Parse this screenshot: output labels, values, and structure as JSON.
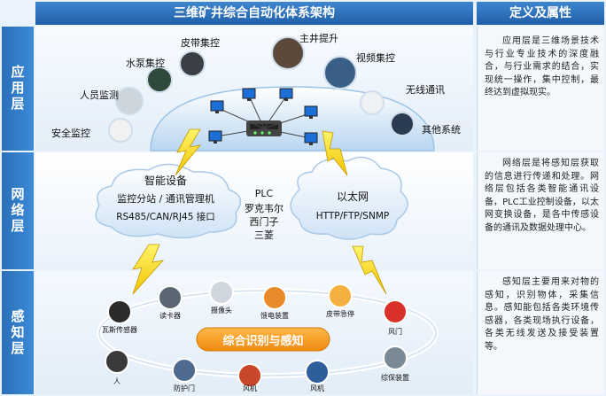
{
  "header": {
    "title": "三维矿井综合自动化体系架构",
    "side_title": "定义及属性"
  },
  "layers": [
    {
      "label": "应用层",
      "description": "应用层是三维场景技术与行业专业技术的深度融合，与行业需求的结合，实现统一操作，集中控制，最终达到虚拟现实。"
    },
    {
      "label": "网络层",
      "description": "网络层是将感知层获取的信息进行传递和处理。网络层包括各类智能通讯设备，PLC工业控制设备，以太网变换设备，是各中传感设备的通讯及数据处理中心。"
    },
    {
      "label": "感知层",
      "description": "感知层主要用来对物的感知，识别物体，采集信息。感知能包括各类环境传感器，各类现场执行设备，各类无线发送及接受装置等。"
    }
  ],
  "application": [
    "皮带集控",
    "主井提升",
    "水泵集控",
    "视频集控",
    "人员监测",
    "无线通讯",
    "安全监控",
    "其他系统"
  ],
  "network": {
    "smart_device": [
      "智能设备",
      "监控分站 / 通讯管理机",
      "RS485/CAN/RJ45 接口"
    ],
    "plc": [
      "PLC",
      "罗克韦尔",
      "西门子",
      "三菱"
    ],
    "ethernet": [
      "以太网",
      "HTTP/FTP/SNMP"
    ]
  },
  "perception": {
    "center": "综合识别与感知",
    "devices": [
      "瓦斯传感器",
      "读卡器",
      "摄像头",
      "馈电装置",
      "皮带急停",
      "风门",
      "人",
      "防护门",
      "风机",
      "风机",
      "综保装置"
    ]
  }
}
